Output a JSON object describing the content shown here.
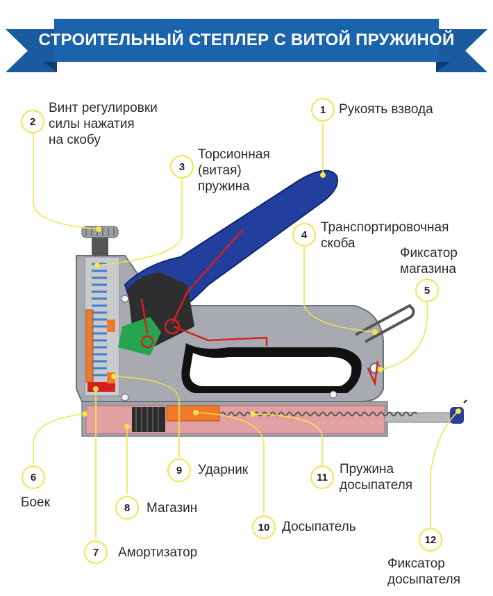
{
  "title": "СТРОИТЕЛЬНЫЙ СТЕПЛЕР С ВИТОЙ ПРУЖИНОЙ",
  "colors": {
    "banner": "#1a5a9e",
    "banner_dark": "#103c6e",
    "leader": "#f2e34a",
    "handle": "#223f9e",
    "spring": "#3b7fd1",
    "body_gray": "#a7aab0",
    "magazine_pink": "#e3a0a3",
    "wire_red": "#d62020",
    "orange": "#f07a2a",
    "green": "#27a54e"
  },
  "callouts": [
    {
      "num": "1",
      "lines": [
        "Рукоять взвода"
      ]
    },
    {
      "num": "2",
      "lines": [
        "Винт регулировки",
        "силы нажатия",
        "на скобу"
      ]
    },
    {
      "num": "3",
      "lines": [
        "Торсионная",
        "(витая)",
        "пружина"
      ]
    },
    {
      "num": "4",
      "lines": [
        "Транспортировочная",
        "скоба"
      ]
    },
    {
      "num": "5",
      "lines": [
        "Фиксатор",
        "магазина"
      ]
    },
    {
      "num": "6",
      "lines": [
        "Боек"
      ]
    },
    {
      "num": "7",
      "lines": [
        "Амортизатор"
      ]
    },
    {
      "num": "8",
      "lines": [
        "Магазин"
      ]
    },
    {
      "num": "9",
      "lines": [
        "Ударник"
      ]
    },
    {
      "num": "10",
      "lines": [
        "Досыпатель"
      ]
    },
    {
      "num": "11",
      "lines": [
        "Пружина",
        "досыпателя"
      ]
    },
    {
      "num": "12",
      "lines": [
        "Фиксатор",
        "досыпателя"
      ]
    }
  ]
}
